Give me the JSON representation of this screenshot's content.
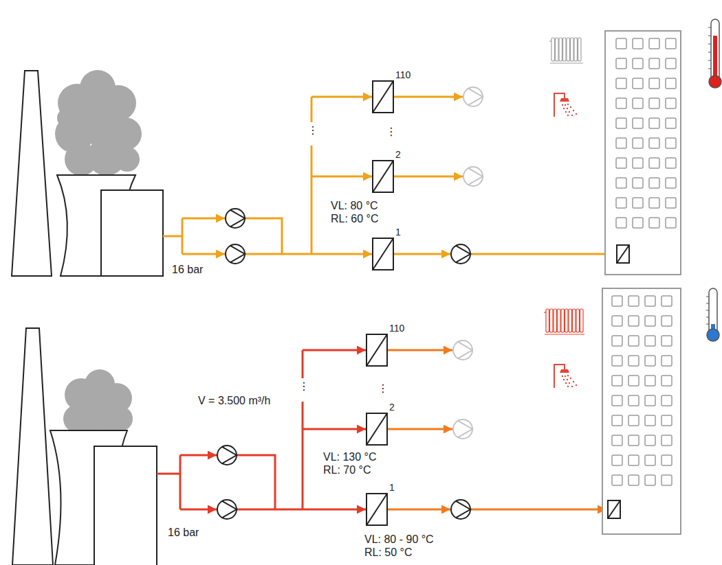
{
  "diagram": {
    "nodes": [
      {
        "text": [
          "110"
        ]
      },
      {
        "text": [
          "2"
        ]
      },
      {
        "text": [
          "1"
        ]
      },
      {
        "text": [
          "110"
        ]
      },
      {
        "text": [
          "2"
        ]
      },
      {
        "text": [
          "1"
        ]
      }
    ],
    "labels": [
      "⋮",
      "⋮",
      "VL: 80 °C RL: 60 °C",
      "16 bar",
      "V = 3.500 m³/h",
      "⋮",
      "⋮",
      "VL: 130 °C RL: 70 °C",
      "16 bar",
      "VL: 80 - 90 °C RL: 50 °C"
    ]
  }
}
